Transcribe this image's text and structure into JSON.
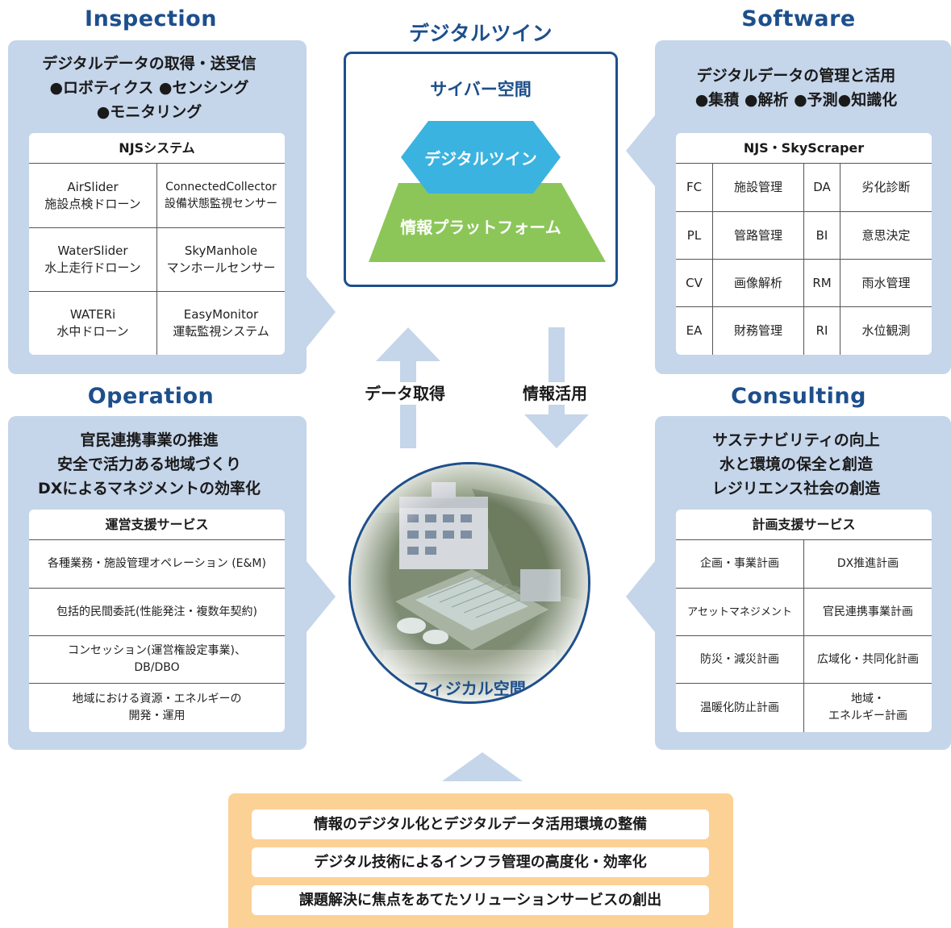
{
  "headings": {
    "inspection": "Inspection",
    "software": "Software",
    "operation": "Operation",
    "consulting": "Consulting",
    "digital_twin": "デジタルツイン"
  },
  "inspection": {
    "line1": "デジタルデータの取得・送受信",
    "line2": "●ロボティクス ●センシング",
    "line3": "●モニタリング",
    "card_title": "NJSシステム",
    "items": [
      {
        "name": "AirSlider",
        "desc": "施設点検ドローン"
      },
      {
        "name": "ConnectedCollector",
        "desc": "設備状態監視センサー"
      },
      {
        "name": "WaterSlider",
        "desc": "水上走行ドローン"
      },
      {
        "name": "SkyManhole",
        "desc": "マンホールセンサー"
      },
      {
        "name": "WATERi",
        "desc": "水中ドローン"
      },
      {
        "name": "EasyMonitor",
        "desc": "運転監視システム"
      }
    ]
  },
  "software": {
    "line1": "デジタルデータの管理と活用",
    "line2": "●集積 ●解析 ●予測●知識化",
    "card_title": "NJS・SkyScraper",
    "rows": [
      {
        "c1": "FC",
        "d1": "施設管理",
        "c2": "DA",
        "d2": "劣化診断"
      },
      {
        "c1": "PL",
        "d1": "管路管理",
        "c2": "BI",
        "d2": "意思決定"
      },
      {
        "c1": "CV",
        "d1": "画像解析",
        "c2": "RM",
        "d2": "雨水管理"
      },
      {
        "c1": "EA",
        "d1": "財務管理",
        "c2": "RI",
        "d2": "水位観測"
      }
    ]
  },
  "operation": {
    "line1": "官民連携事業の推進",
    "line2": "安全で活力ある地域づくり",
    "line3": "DXによるマネジメントの効率化",
    "card_title": "運営支援サービス",
    "items": [
      {
        "l1": "各種業務・施設管理オペレーション (E&M)",
        "l2": ""
      },
      {
        "l1": "包括的民間委託(性能発注・複数年契約)",
        "l2": ""
      },
      {
        "l1": "コンセッション(運営権設定事業)、",
        "l2": "DB/DBO"
      },
      {
        "l1": "地域における資源・エネルギーの",
        "l2": "開発・運用"
      }
    ]
  },
  "consulting": {
    "line1": "サステナビリティの向上",
    "line2": "水と環境の保全と創造",
    "line3": "レジリエンス社会の創造",
    "card_title": "計画支援サービス",
    "rows": [
      {
        "a": "企画・事業計画",
        "b1": "DX推進計画",
        "b2": ""
      },
      {
        "a": "アセットマネジメント",
        "b1": "官民連携事業計画",
        "b2": ""
      },
      {
        "a": "防災・減災計画",
        "b1": "広域化・共同化計画",
        "b2": ""
      },
      {
        "a": "温暖化防止計画",
        "b1": "地域・",
        "b2": "エネルギー計画"
      }
    ]
  },
  "twin": {
    "cyber": "サイバー空間",
    "hexagon": "デジタルツイン",
    "platform": "情報プラットフォーム"
  },
  "arrows": {
    "up_label": "データ取得",
    "down_label": "情報活用"
  },
  "physical": {
    "label": "フィジカル空間"
  },
  "bottom": {
    "items": [
      "情報のデジタル化とデジタルデータ活用環境の整備",
      "デジタル技術によるインフラ管理の高度化・効率化",
      "課題解決に焦点をあてたソリューションサービスの創出"
    ]
  },
  "colors": {
    "heading_blue": "#1d4f8c",
    "panel_blue": "#c5d5ea",
    "hexagon_cyan": "#3bb3e0",
    "platform_green": "#8cc659",
    "bottom_orange": "#fcd195",
    "arrow_blue": "#c5d5ea"
  }
}
